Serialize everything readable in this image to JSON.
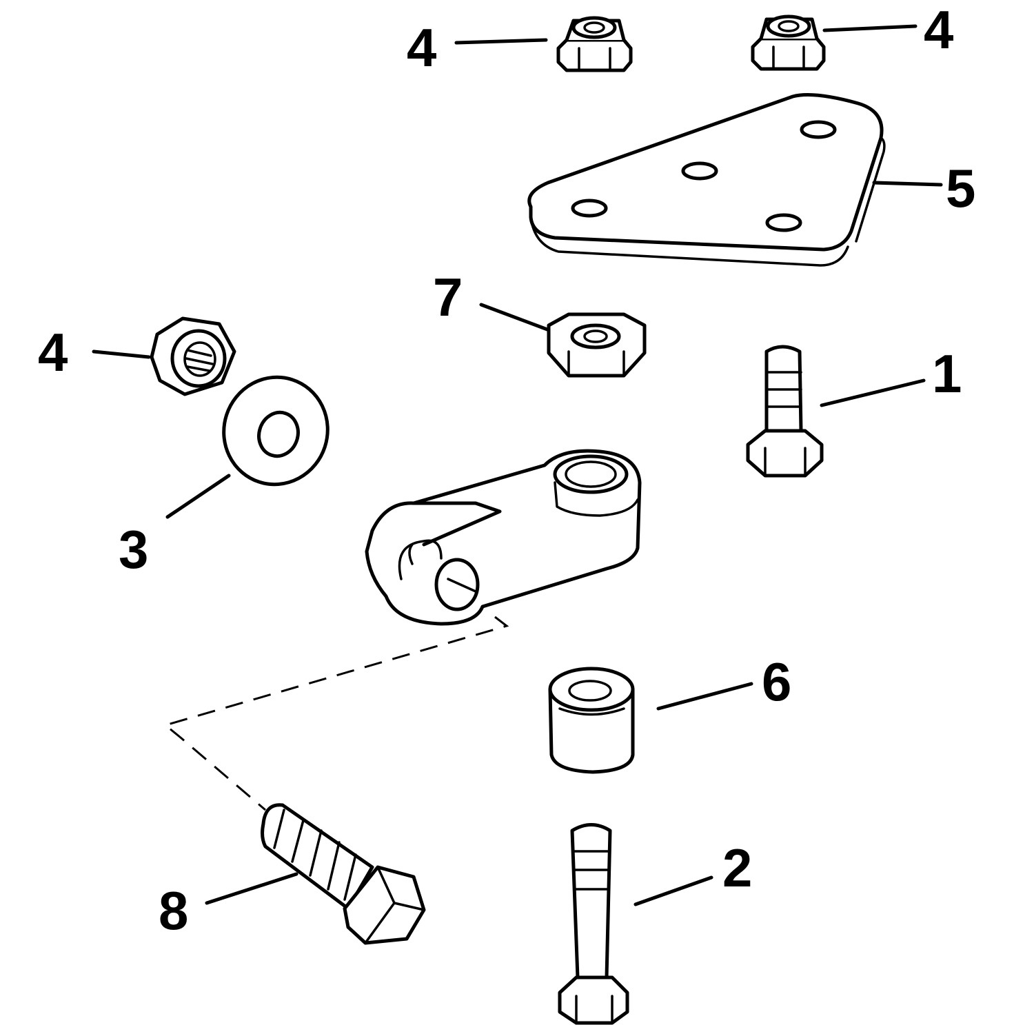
{
  "diagram": {
    "callouts": [
      {
        "id": "c4a",
        "text": "4"
      },
      {
        "id": "c4b",
        "text": "4"
      },
      {
        "id": "c5",
        "text": "5"
      },
      {
        "id": "c7",
        "text": "7"
      },
      {
        "id": "c4c",
        "text": "4"
      },
      {
        "id": "c1",
        "text": "1"
      },
      {
        "id": "c3",
        "text": "3"
      },
      {
        "id": "c6",
        "text": "6"
      },
      {
        "id": "c2",
        "text": "2"
      },
      {
        "id": "c8",
        "text": "8"
      }
    ],
    "colors": {
      "ink": "#000000",
      "paper": "#ffffff"
    }
  }
}
